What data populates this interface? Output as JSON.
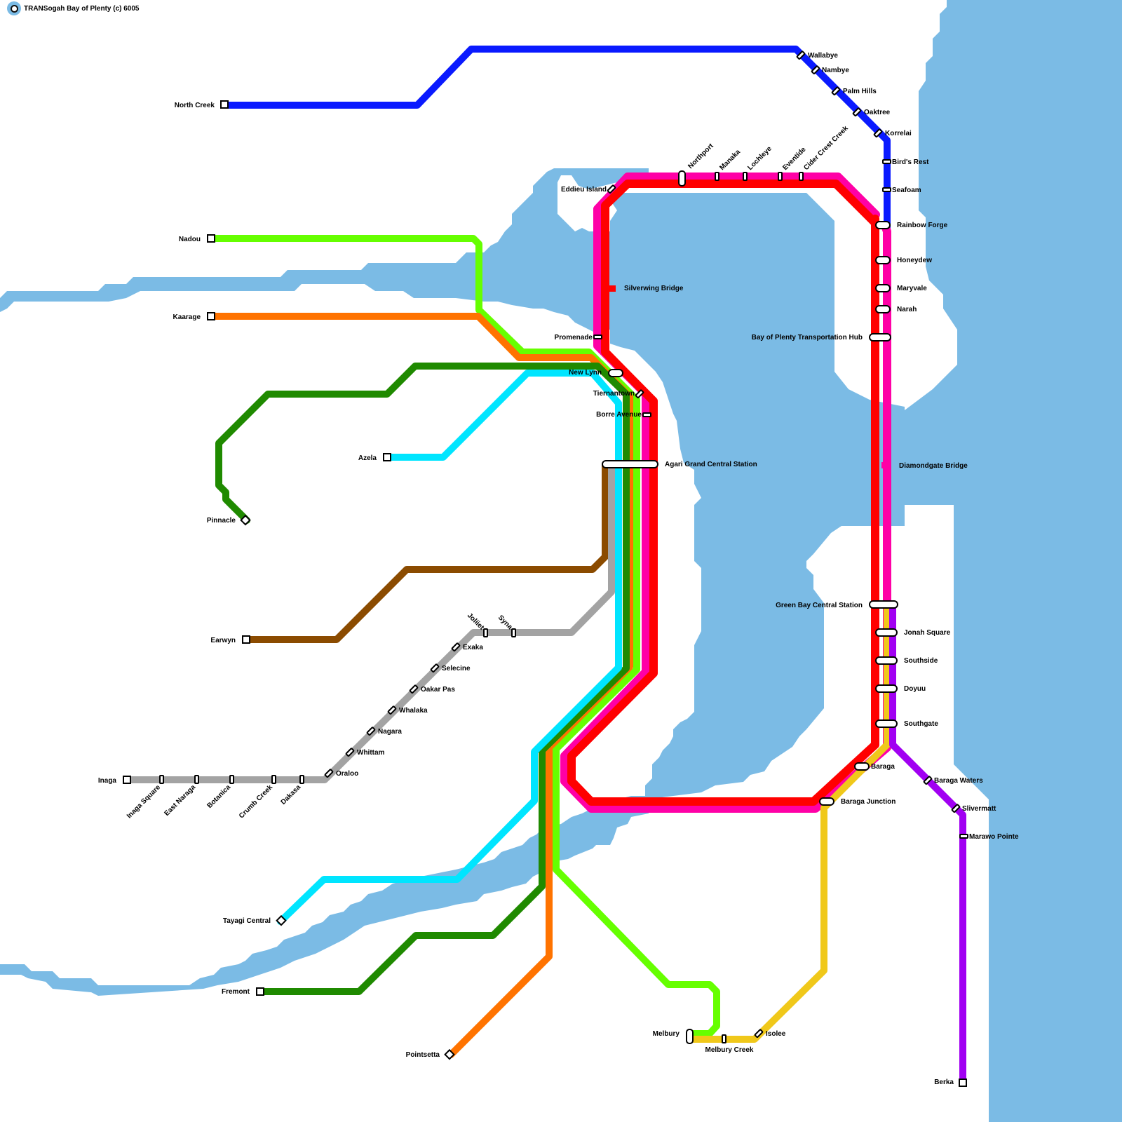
{
  "header": {
    "title": "TRANSogah Bay of Plenty (c) 6005",
    "logo_icon": "network-logo-icon"
  },
  "colors": {
    "water": "#7bbbe5",
    "blue_line": "#0a1aff",
    "light_green_line": "#66ff00",
    "orange_line": "#ff7300",
    "dark_green_line": "#1f8a00",
    "cyan_line": "#00e5ff",
    "brown_line": "#8b4b00",
    "grey_line": "#a3a3a3",
    "magenta_line": "#ff00a6",
    "red_line": "#ff0000",
    "yellow_line": "#f0c81a",
    "purple_line": "#a100f2"
  },
  "stations": {
    "north_creek": "North Creek",
    "nadou": "Nadou",
    "kaarage": "Kaarage",
    "pinnacle": "Pinnacle",
    "azela": "Azela",
    "earwyn": "Earwyn",
    "inaga": "Inaga",
    "inaga_square": "Inaga Square",
    "east_naraga": "East Naraga",
    "botanica": "Botanica",
    "crumb_creek": "Crumb Creek",
    "dakasa": "Dakasa",
    "oraloo": "Oraloo",
    "whittam": "Whittam",
    "nagara": "Nagara",
    "whalaka": "Whalaka",
    "oakar_pas": "Oakar Pas",
    "selecine": "Selecine",
    "exaka": "Exaka",
    "joliiet": "Joliiet",
    "syna": "Syna",
    "tayagi_central": "Tayagi Central",
    "fremont": "Fremont",
    "pointsetta": "Pointsetta",
    "melbury": "Melbury",
    "melbury_creek": "Melbury Creek",
    "isolee": "Isolee",
    "berka": "Berka",
    "wallabye": "Wallabye",
    "nambye": "Nambye",
    "palm_hills": "Palm Hills",
    "oaktree": "Oaktree",
    "korrelai": "Korrelai",
    "birds_rest": "Bird's Rest",
    "seafoam": "Seafoam",
    "rainbow_forge": "Rainbow Forge",
    "honeydew": "Honeydew",
    "maryvale": "Maryvale",
    "narah": "Narah",
    "bop_hub": "Bay of Plenty Transportation Hub",
    "diamondgate_bridge": "Diamondgate Bridge",
    "green_bay_central": "Green Bay Central Station",
    "jonah_square": "Jonah Square",
    "southside": "Southside",
    "doyuu": "Doyuu",
    "southgate": "Southgate",
    "baraga": "Baraga",
    "baraga_junction": "Baraga Junction",
    "baraga_waters": "Baraga Waters",
    "slivermatt": "Slivermatt",
    "marawo_pointe": "Marawo Pointe",
    "eddieu_island": "Eddieu Island",
    "northport": "Northport",
    "manaka": "Manaka",
    "lochleye": "Lochleye",
    "eventide": "Eventide",
    "cider_crest_creek": "Cider Crest Creek",
    "silverwing_bridge": "Silverwing Bridge",
    "promenade": "Promenade",
    "new_lynn": "New Lynn",
    "tiernantown": "Tiernantown",
    "borre_avenue": "Borre Avenue",
    "agari_grand_central": "Agari Grand Central Station"
  }
}
